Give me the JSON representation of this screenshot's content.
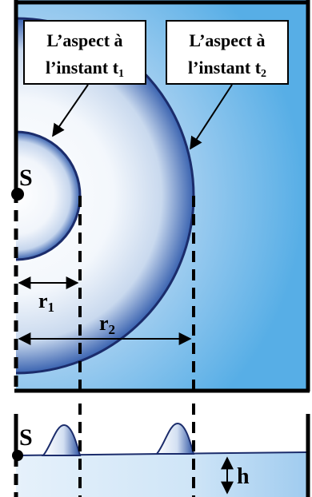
{
  "labels": {
    "callout_1_line1": "L’aspect à",
    "callout_1_line2": "l’instant t",
    "callout_1_sub": "1",
    "callout_2_line1": "L’aspect à",
    "callout_2_line2": "l’instant t",
    "callout_2_sub": "2",
    "source_top": "S",
    "source_bottom": "S",
    "radius_1": "r",
    "radius_1_sub": "1",
    "radius_2": "r",
    "radius_2_sub": "2",
    "depth": "h"
  },
  "colors": {
    "outline": "#000000",
    "wave_edge": "#1b2c6b",
    "wave_inner": "#ffffff",
    "wave_mid": "#c9d9ee",
    "wave_outer": "#3a63b0",
    "water_light": "#e9f2fb",
    "water_dark": "#57aee6",
    "callout_fill": "#ffffff"
  }
}
